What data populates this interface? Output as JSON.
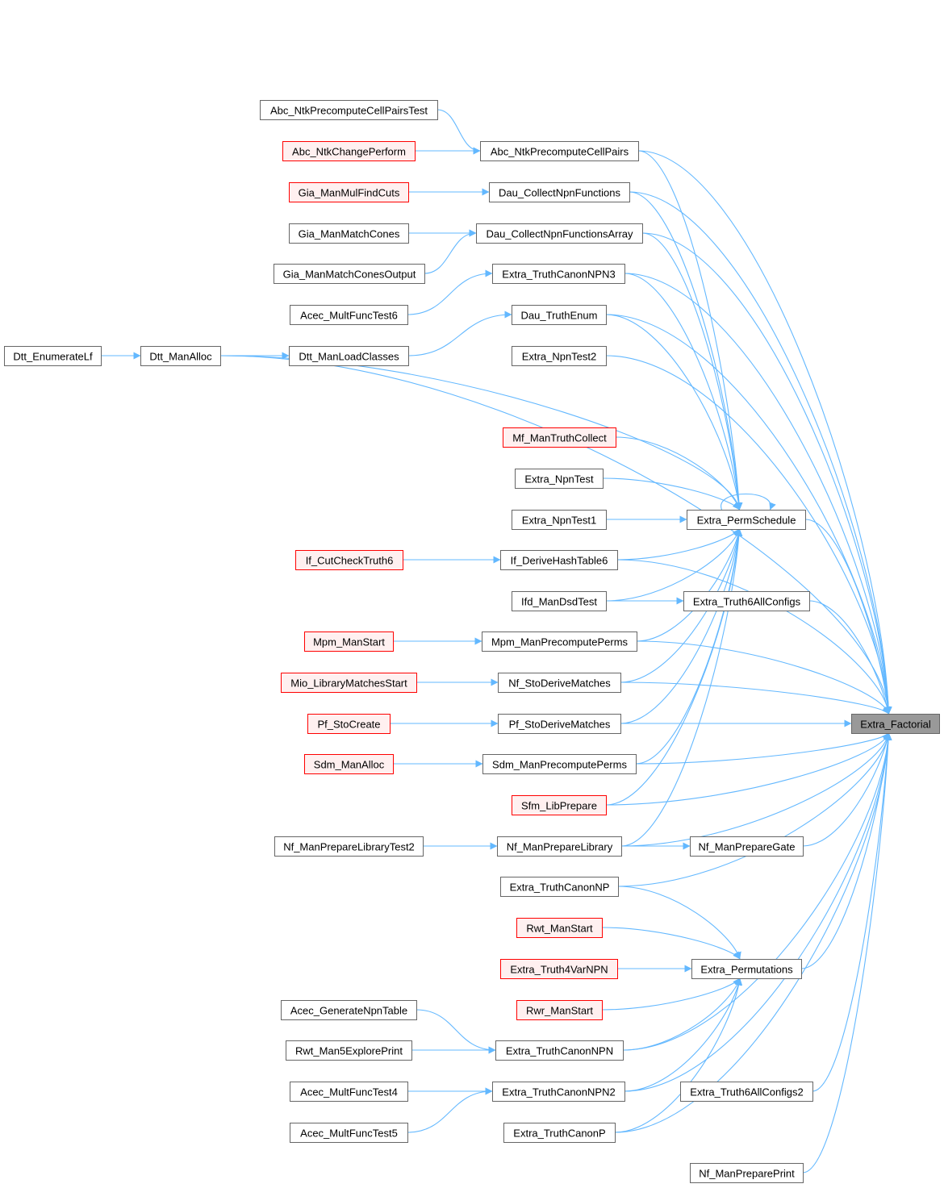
{
  "colors": {
    "edge": "#63b8ff",
    "node_border": "#666666",
    "node_fill": "#ffffff",
    "incomplete_border": "#ff0000",
    "incomplete_fill": "#fff0f0",
    "focus_fill": "#999999",
    "focus_border": "#666666"
  },
  "nodes": [
    {
      "id": "Extra_Factorial",
      "label": "Extra_Factorial",
      "style": "focus"
    },
    {
      "id": "Abc_NtkPrecomputeCellPairsTest",
      "label": "Abc_NtkPrecomputeCellPairsTest",
      "style": "normal"
    },
    {
      "id": "Abc_NtkChangePerform",
      "label": "Abc_NtkChangePerform",
      "style": "incomplete"
    },
    {
      "id": "Abc_NtkPrecomputeCellPairs",
      "label": "Abc_NtkPrecomputeCellPairs",
      "style": "normal"
    },
    {
      "id": "Gia_ManMulFindCuts",
      "label": "Gia_ManMulFindCuts",
      "style": "incomplete"
    },
    {
      "id": "Dau_CollectNpnFunctions",
      "label": "Dau_CollectNpnFunctions",
      "style": "normal"
    },
    {
      "id": "Gia_ManMatchCones",
      "label": "Gia_ManMatchCones",
      "style": "normal"
    },
    {
      "id": "Dau_CollectNpnFunctionsArray",
      "label": "Dau_CollectNpnFunctionsArray",
      "style": "normal"
    },
    {
      "id": "Gia_ManMatchConesOutput",
      "label": "Gia_ManMatchConesOutput",
      "style": "normal"
    },
    {
      "id": "Extra_TruthCanonNPN3",
      "label": "Extra_TruthCanonNPN3",
      "style": "normal"
    },
    {
      "id": "Acec_MultFuncTest6",
      "label": "Acec_MultFuncTest6",
      "style": "normal"
    },
    {
      "id": "Dau_TruthEnum",
      "label": "Dau_TruthEnum",
      "style": "normal"
    },
    {
      "id": "Dtt_EnumerateLf",
      "label": "Dtt_EnumerateLf",
      "style": "normal"
    },
    {
      "id": "Dtt_ManAlloc",
      "label": "Dtt_ManAlloc",
      "style": "normal"
    },
    {
      "id": "Dtt_ManLoadClasses",
      "label": "Dtt_ManLoadClasses",
      "style": "normal"
    },
    {
      "id": "Extra_NpnTest2",
      "label": "Extra_NpnTest2",
      "style": "normal"
    },
    {
      "id": "Mf_ManTruthCollect",
      "label": "Mf_ManTruthCollect",
      "style": "incomplete"
    },
    {
      "id": "Extra_NpnTest",
      "label": "Extra_NpnTest",
      "style": "normal"
    },
    {
      "id": "Extra_NpnTest1",
      "label": "Extra_NpnTest1",
      "style": "normal"
    },
    {
      "id": "Extra_PermSchedule",
      "label": "Extra_PermSchedule",
      "style": "normal"
    },
    {
      "id": "If_CutCheckTruth6",
      "label": "If_CutCheckTruth6",
      "style": "incomplete"
    },
    {
      "id": "If_DeriveHashTable6",
      "label": "If_DeriveHashTable6",
      "style": "normal"
    },
    {
      "id": "Ifd_ManDsdTest",
      "label": "Ifd_ManDsdTest",
      "style": "normal"
    },
    {
      "id": "Extra_Truth6AllConfigs",
      "label": "Extra_Truth6AllConfigs",
      "style": "normal"
    },
    {
      "id": "Mpm_ManStart",
      "label": "Mpm_ManStart",
      "style": "incomplete"
    },
    {
      "id": "Mpm_ManPrecomputePerms",
      "label": "Mpm_ManPrecomputePerms",
      "style": "normal"
    },
    {
      "id": "Mio_LibraryMatchesStart",
      "label": "Mio_LibraryMatchesStart",
      "style": "incomplete"
    },
    {
      "id": "Nf_StoDeriveMatches",
      "label": "Nf_StoDeriveMatches",
      "style": "normal"
    },
    {
      "id": "Pf_StoCreate",
      "label": "Pf_StoCreate",
      "style": "incomplete"
    },
    {
      "id": "Pf_StoDeriveMatches",
      "label": "Pf_StoDeriveMatches",
      "style": "normal"
    },
    {
      "id": "Sdm_ManAlloc",
      "label": "Sdm_ManAlloc",
      "style": "incomplete"
    },
    {
      "id": "Sdm_ManPrecomputePerms",
      "label": "Sdm_ManPrecomputePerms",
      "style": "normal"
    },
    {
      "id": "Sfm_LibPrepare",
      "label": "Sfm_LibPrepare",
      "style": "incomplete"
    },
    {
      "id": "Nf_ManPrepareLibraryTest2",
      "label": "Nf_ManPrepareLibraryTest2",
      "style": "normal"
    },
    {
      "id": "Nf_ManPrepareLibrary",
      "label": "Nf_ManPrepareLibrary",
      "style": "normal"
    },
    {
      "id": "Nf_ManPrepareGate",
      "label": "Nf_ManPrepareGate",
      "style": "normal"
    },
    {
      "id": "Extra_TruthCanonNP",
      "label": "Extra_TruthCanonNP",
      "style": "normal"
    },
    {
      "id": "Rwt_ManStart",
      "label": "Rwt_ManStart",
      "style": "incomplete"
    },
    {
      "id": "Extra_Truth4VarNPN",
      "label": "Extra_Truth4VarNPN",
      "style": "incomplete"
    },
    {
      "id": "Extra_Permutations",
      "label": "Extra_Permutations",
      "style": "normal"
    },
    {
      "id": "Rwr_ManStart",
      "label": "Rwr_ManStart",
      "style": "incomplete"
    },
    {
      "id": "Acec_GenerateNpnTable",
      "label": "Acec_GenerateNpnTable",
      "style": "normal"
    },
    {
      "id": "Rwt_Man5ExplorePrint",
      "label": "Rwt_Man5ExplorePrint",
      "style": "normal"
    },
    {
      "id": "Extra_TruthCanonNPN",
      "label": "Extra_TruthCanonNPN",
      "style": "normal"
    },
    {
      "id": "Acec_MultFuncTest4",
      "label": "Acec_MultFuncTest4",
      "style": "normal"
    },
    {
      "id": "Extra_TruthCanonNPN2",
      "label": "Extra_TruthCanonNPN2",
      "style": "normal"
    },
    {
      "id": "Extra_Truth6AllConfigs2",
      "label": "Extra_Truth6AllConfigs2",
      "style": "normal"
    },
    {
      "id": "Acec_MultFuncTest5",
      "label": "Acec_MultFuncTest5",
      "style": "normal"
    },
    {
      "id": "Extra_TruthCanonP",
      "label": "Extra_TruthCanonP",
      "style": "normal"
    },
    {
      "id": "Nf_ManPreparePrint",
      "label": "Nf_ManPreparePrint",
      "style": "normal"
    }
  ],
  "edges": [
    [
      "Abc_NtkPrecomputeCellPairsTest",
      "Abc_NtkPrecomputeCellPairs"
    ],
    [
      "Abc_NtkChangePerform",
      "Abc_NtkPrecomputeCellPairs"
    ],
    [
      "Abc_NtkPrecomputeCellPairs",
      "Extra_Factorial"
    ],
    [
      "Abc_NtkPrecomputeCellPairs",
      "Extra_PermSchedule"
    ],
    [
      "Gia_ManMulFindCuts",
      "Dau_CollectNpnFunctions"
    ],
    [
      "Dau_CollectNpnFunctions",
      "Extra_Factorial"
    ],
    [
      "Dau_CollectNpnFunctions",
      "Extra_PermSchedule"
    ],
    [
      "Gia_ManMatchCones",
      "Dau_CollectNpnFunctionsArray"
    ],
    [
      "Gia_ManMatchConesOutput",
      "Dau_CollectNpnFunctionsArray"
    ],
    [
      "Dau_CollectNpnFunctionsArray",
      "Extra_Factorial"
    ],
    [
      "Dau_CollectNpnFunctionsArray",
      "Extra_PermSchedule"
    ],
    [
      "Acec_MultFuncTest6",
      "Extra_TruthCanonNPN3"
    ],
    [
      "Extra_TruthCanonNPN3",
      "Extra_Factorial"
    ],
    [
      "Extra_TruthCanonNPN3",
      "Extra_PermSchedule"
    ],
    [
      "Dtt_ManLoadClasses",
      "Dau_TruthEnum"
    ],
    [
      "Dau_TruthEnum",
      "Extra_Factorial"
    ],
    [
      "Dau_TruthEnum",
      "Extra_PermSchedule"
    ],
    [
      "Dtt_EnumerateLf",
      "Dtt_ManAlloc"
    ],
    [
      "Dtt_ManAlloc",
      "Dtt_ManLoadClasses"
    ],
    [
      "Dtt_ManAlloc",
      "Extra_Factorial"
    ],
    [
      "Dtt_ManAlloc",
      "Extra_PermSchedule"
    ],
    [
      "Extra_NpnTest2",
      "Extra_Factorial"
    ],
    [
      "Mf_ManTruthCollect",
      "Extra_PermSchedule"
    ],
    [
      "Extra_NpnTest",
      "Extra_PermSchedule"
    ],
    [
      "Extra_NpnTest1",
      "Extra_PermSchedule"
    ],
    [
      "Extra_PermSchedule",
      "Extra_PermSchedule"
    ],
    [
      "Extra_PermSchedule",
      "Extra_Factorial"
    ],
    [
      "If_CutCheckTruth6",
      "If_DeriveHashTable6"
    ],
    [
      "If_DeriveHashTable6",
      "Extra_PermSchedule"
    ],
    [
      "If_DeriveHashTable6",
      "Extra_Factorial"
    ],
    [
      "Ifd_ManDsdTest",
      "Extra_PermSchedule"
    ],
    [
      "Ifd_ManDsdTest",
      "Extra_Truth6AllConfigs"
    ],
    [
      "Extra_Truth6AllConfigs",
      "Extra_Factorial"
    ],
    [
      "Mpm_ManStart",
      "Mpm_ManPrecomputePerms"
    ],
    [
      "Mpm_ManPrecomputePerms",
      "Extra_PermSchedule"
    ],
    [
      "Mpm_ManPrecomputePerms",
      "Extra_Factorial"
    ],
    [
      "Mio_LibraryMatchesStart",
      "Nf_StoDeriveMatches"
    ],
    [
      "Nf_StoDeriveMatches",
      "Extra_PermSchedule"
    ],
    [
      "Nf_StoDeriveMatches",
      "Extra_Factorial"
    ],
    [
      "Pf_StoCreate",
      "Pf_StoDeriveMatches"
    ],
    [
      "Pf_StoDeriveMatches",
      "Extra_PermSchedule"
    ],
    [
      "Pf_StoDeriveMatches",
      "Extra_Factorial"
    ],
    [
      "Sdm_ManAlloc",
      "Sdm_ManPrecomputePerms"
    ],
    [
      "Sdm_ManPrecomputePerms",
      "Extra_PermSchedule"
    ],
    [
      "Sdm_ManPrecomputePerms",
      "Extra_Factorial"
    ],
    [
      "Sfm_LibPrepare",
      "Extra_PermSchedule"
    ],
    [
      "Sfm_LibPrepare",
      "Extra_Factorial"
    ],
    [
      "Nf_ManPrepareLibraryTest2",
      "Nf_ManPrepareLibrary"
    ],
    [
      "Nf_ManPrepareLibrary",
      "Nf_ManPrepareGate"
    ],
    [
      "Nf_ManPrepareLibrary",
      "Extra_PermSchedule"
    ],
    [
      "Nf_ManPrepareLibrary",
      "Extra_Factorial"
    ],
    [
      "Nf_ManPrepareGate",
      "Extra_Factorial"
    ],
    [
      "Extra_TruthCanonNP",
      "Extra_Factorial"
    ],
    [
      "Extra_TruthCanonNP",
      "Extra_Permutations"
    ],
    [
      "Rwt_ManStart",
      "Extra_Permutations"
    ],
    [
      "Extra_Truth4VarNPN",
      "Extra_Permutations"
    ],
    [
      "Rwr_ManStart",
      "Extra_Permutations"
    ],
    [
      "Extra_Permutations",
      "Extra_Factorial"
    ],
    [
      "Acec_GenerateNpnTable",
      "Extra_TruthCanonNPN"
    ],
    [
      "Rwt_Man5ExplorePrint",
      "Extra_TruthCanonNPN"
    ],
    [
      "Extra_TruthCanonNPN",
      "Extra_Permutations"
    ],
    [
      "Extra_TruthCanonNPN",
      "Extra_Factorial"
    ],
    [
      "Acec_MultFuncTest4",
      "Extra_TruthCanonNPN2"
    ],
    [
      "Acec_MultFuncTest5",
      "Extra_TruthCanonNPN2"
    ],
    [
      "Extra_TruthCanonNPN2",
      "Extra_Permutations"
    ],
    [
      "Extra_TruthCanonNPN2",
      "Extra_Factorial"
    ],
    [
      "Extra_Truth6AllConfigs2",
      "Extra_Factorial"
    ],
    [
      "Extra_TruthCanonP",
      "Extra_Permutations"
    ],
    [
      "Extra_TruthCanonP",
      "Extra_Factorial"
    ],
    [
      "Nf_ManPreparePrint",
      "Extra_Factorial"
    ]
  ]
}
